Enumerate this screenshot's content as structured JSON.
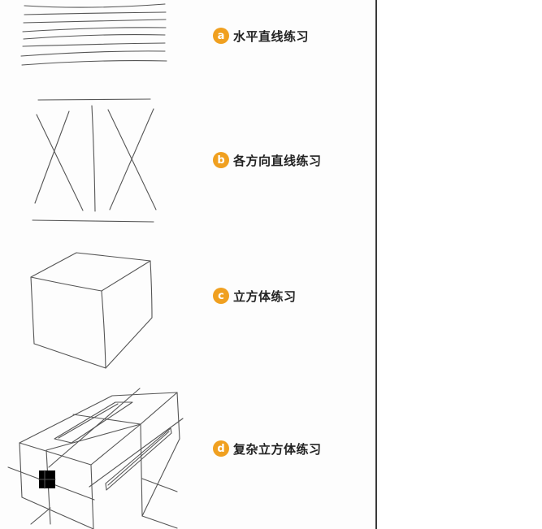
{
  "colors": {
    "badge": "#f0a020",
    "divider": "#3a3a3a",
    "text": "#222222"
  },
  "sections": [
    {
      "badge": "a",
      "label": "水平直线练习",
      "sketch": "horizontal-lines"
    },
    {
      "badge": "b",
      "label": "各方向直线练习",
      "sketch": "multi-direction-lines"
    },
    {
      "badge": "c",
      "label": "立方体练习",
      "sketch": "cube"
    },
    {
      "badge": "d",
      "label": "复杂立方体练习",
      "sketch": "complex-cube"
    }
  ]
}
